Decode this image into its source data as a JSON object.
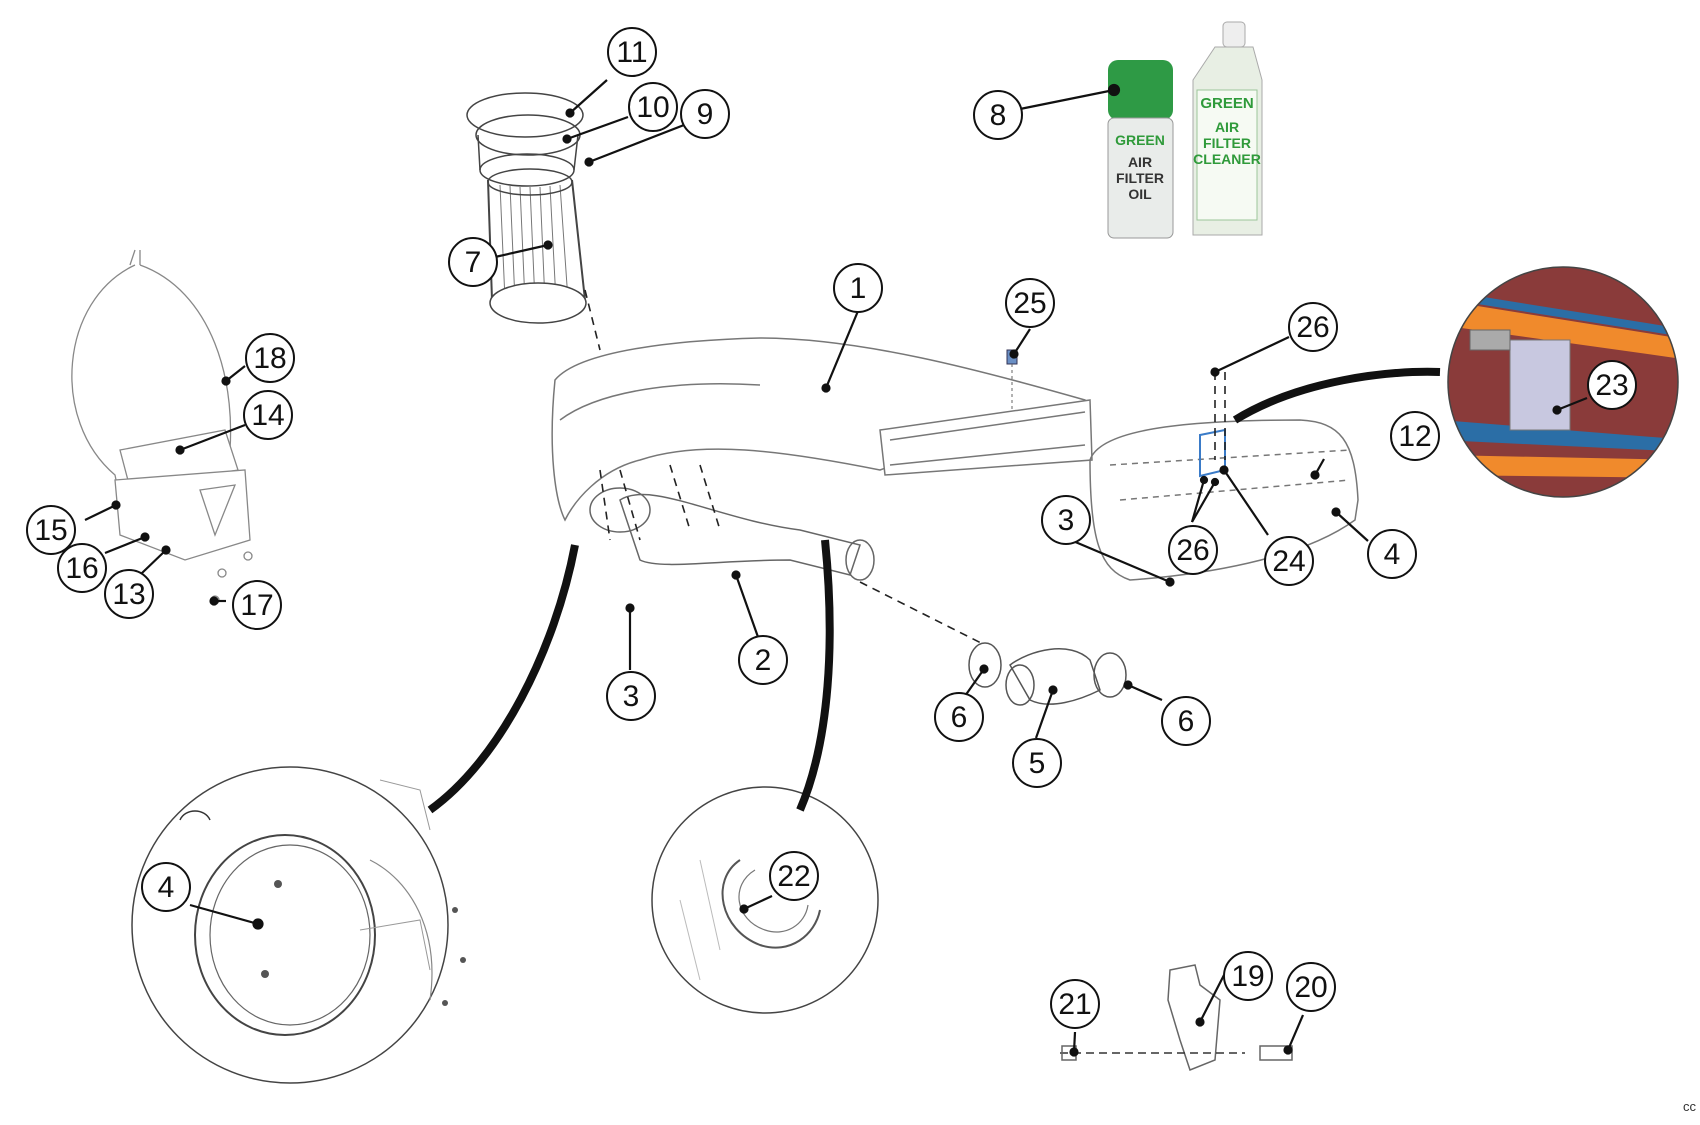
{
  "callouts": [
    "1",
    "2",
    "3",
    "4",
    "5",
    "6",
    "7",
    "8",
    "9",
    "10",
    "11",
    "12",
    "13",
    "14",
    "15",
    "16",
    "17",
    "18",
    "19",
    "20",
    "21",
    "22",
    "23",
    "24",
    "25",
    "26"
  ],
  "products": {
    "oil": {
      "brand": "GREEN",
      "line1": "AIR",
      "line2": "FILTER",
      "line3": "OIL"
    },
    "cleaner": {
      "brand": "GREEN",
      "line1": "AIR",
      "line2": "FILTER",
      "line3": "CLEANER"
    }
  },
  "corner_mark": "cc",
  "colors": {
    "oil_can": "#2e9a45",
    "cleaner_bottle": "#e8efe4",
    "detail_bg": "#8a3b3a",
    "detail_orange": "#f08a2c",
    "detail_blue": "#2b6ea6"
  }
}
